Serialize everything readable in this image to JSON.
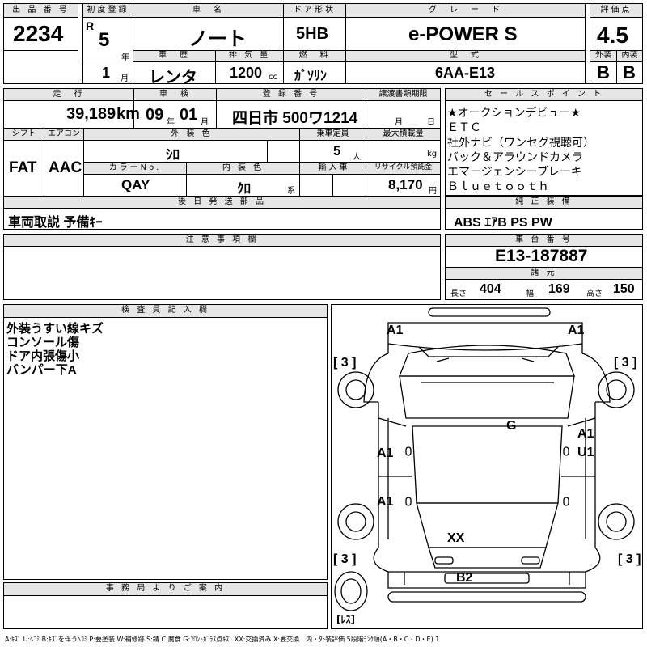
{
  "headers": {
    "lot_no": "出 品 番 号",
    "first_reg": "初度登録",
    "car_name": "車　名",
    "door": "ドア形状",
    "grade": "グ　レ　ー　ド",
    "score": "評価点",
    "history": "車　歴",
    "displacement": "排 気 量",
    "fuel": "燃　料",
    "model": "型　式",
    "exterior": "外装",
    "interior": "内装",
    "mileage": "走　行",
    "inspection": "車　検",
    "registration": "登 録 番 号",
    "transfer_deadline": "譲渡書類期限",
    "sales_points": "セ ー ル ス ポ イ ン ト",
    "shift": "シフト",
    "aircon": "エアコン",
    "ext_color": "外 装 色",
    "capacity": "乗車定員",
    "max_load": "最大積載量",
    "color_no": "カラーNo.",
    "int_color": "内 装 色",
    "import": "輸 入 車",
    "recycle": "リサイクル預託金",
    "later_parts": "後 日 発 送 部 品",
    "standard_equipment": "純 正 装 備",
    "notes": "注 意 事 項 欄",
    "chassis_no": "車 台 番 号",
    "specs": "諸 元",
    "inspector": "検 査 員 記 入 欄",
    "office": "事 務 局 よ り ご 案 内"
  },
  "vehicle": {
    "lot_no": "2234",
    "era": "R",
    "year": "5",
    "year_unit": "年",
    "month": "1",
    "month_unit": "月",
    "name": "ノート",
    "door": "5HB",
    "grade": "e-POWER S",
    "score": "4.5",
    "history": "レンタ",
    "displacement": "1200",
    "displacement_unit": "cc",
    "fuel": "ｶﾞｿﾘﾝ",
    "model": "6AA-E13",
    "exterior_grade": "B",
    "interior_grade": "B",
    "mileage": "39,189",
    "mileage_unit": "km",
    "inspection_year": "09",
    "inspection_year_unit": "年",
    "inspection_month": "01",
    "inspection_month_unit": "月",
    "registration": "四日市 500ワ1214",
    "transfer_month_unit": "月",
    "transfer_day_unit": "日",
    "shift": "FAT",
    "aircon": "AAC",
    "ext_color": "ｼﾛ",
    "capacity": "5",
    "capacity_unit": "人",
    "max_load_unit": "kg",
    "color_no": "QAY",
    "int_color": "ｸﾛ",
    "int_color_unit": "系",
    "recycle": "8,170",
    "recycle_unit": "円",
    "later_parts": "車両取説 予備ｷｰ",
    "standard_equipment": "ABS ｴｱB PS PW",
    "chassis_no": "E13-187887",
    "length_label": "長さ",
    "length": "404",
    "width_label": "幅",
    "width": "169",
    "height_label": "高さ",
    "height": "150"
  },
  "sales_points": [
    "★オークションデビュー★",
    "ＥＴＣ",
    "社外ナビ（ワンセグ視聴可）",
    "バック＆アラウンドカメラ",
    "エマージェンシーブレーキ",
    "Ｂｌｕｅｔｏｏｔｈ"
  ],
  "inspector_notes": [
    "外装うすい線キズ",
    "コンソール傷",
    "ドア内張傷小",
    "バンパー下A"
  ],
  "diagram": {
    "front_left": "A1",
    "front_right": "A1",
    "tire_fl": "[ 3 ]",
    "tire_fr": "[ 3 ]",
    "tire_rl": "[ 3 ]",
    "tire_rr": "[ 3 ]",
    "roof": "G",
    "door_l1": "A1",
    "door_l2": "A1",
    "door_r1_a": "A1",
    "door_r1_b": "U1",
    "rear": "XX",
    "bumper_rear": "B2",
    "spare": "[ﾚｽ]"
  },
  "legend": "A:ｷｽﾞ U:ﾍｺﾐ B:ｷｽﾞを伴うﾍｺﾐ P:要塗装 W:補修跡 S:錆 C:腐食 G:ﾌﾛﾝﾄｶﾞﾗｽ点ｷｽﾞ XX:交換済み X:要交換　内・外装評価 5段階ﾗﾝｸ順(A・B・C・D・E) 1"
}
